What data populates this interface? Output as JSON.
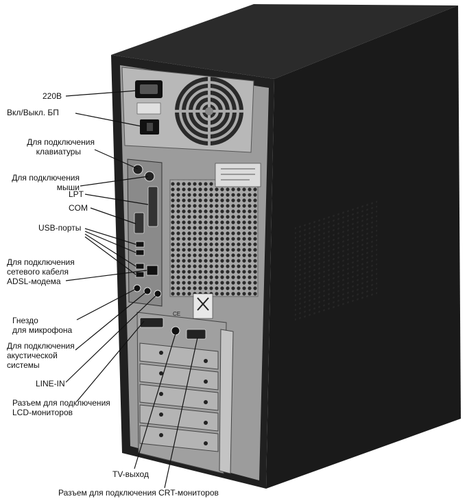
{
  "diagram": {
    "labels": {
      "power": "220В",
      "psu_switch": "Вкл/Выкл. БП",
      "keyboard_1": "Для подключения",
      "keyboard_2": "клавиатуры",
      "mouse_1": "Для подключения",
      "mouse_2": "мыши",
      "lpt": "LPT",
      "com": "COM",
      "usb": "USB-порты",
      "lan_1": "Для подключения",
      "lan_2": "сетевого кабеля",
      "lan_3": "ADSL-модема",
      "mic_1": "Гнездо",
      "mic_2": "для микрофона",
      "spk_1": "Для подключения",
      "spk_2": "акустической",
      "spk_3": "системы",
      "line_in": "LINE-IN",
      "lcd_1": "Разъем для подключения",
      "lcd_2": "LCD-мониторов",
      "tv_out": "TV-выход",
      "crt": "Разъем для подключения CRT-мониторов"
    },
    "colors": {
      "case_side": "#1a1a1a",
      "case_top": "#2b2b2b",
      "panel": "#9c9c9c",
      "panel_light": "#b8b8b8",
      "text": "#111111"
    }
  }
}
